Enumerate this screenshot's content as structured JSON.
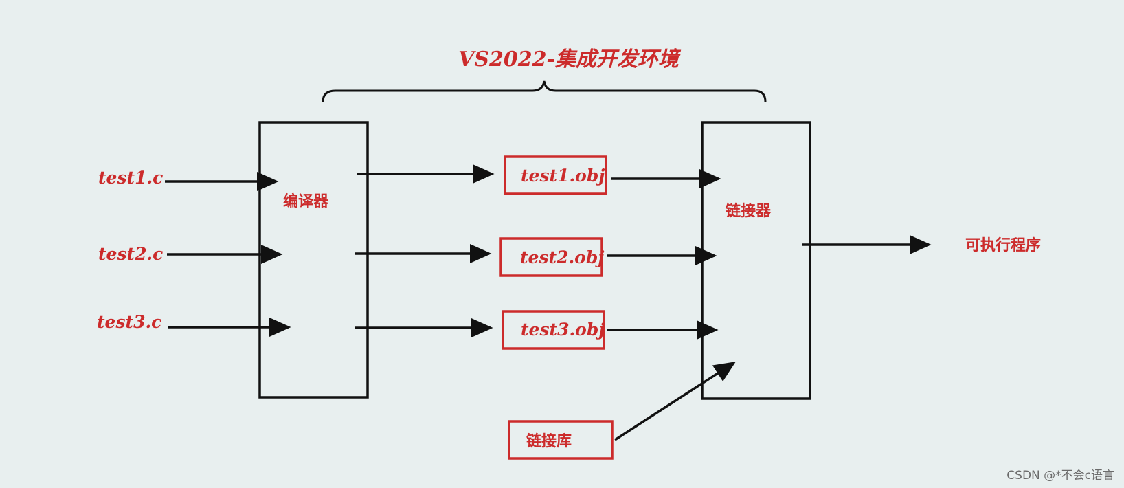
{
  "title": "VS2022-集成开发环境",
  "inputs": [
    "test1.c",
    "test2.c",
    "test3.c"
  ],
  "compiler_label": "编译器",
  "objects": [
    "test1.obj",
    "test2.obj",
    "test3.obj"
  ],
  "linker_label": "链接器",
  "library_label": "链接库",
  "output_label": "可执行程序",
  "watermark": "CSDN @*不会c语言",
  "colors": {
    "accent": "#cc2b2b",
    "line": "#111111",
    "background": "#e8efef"
  }
}
